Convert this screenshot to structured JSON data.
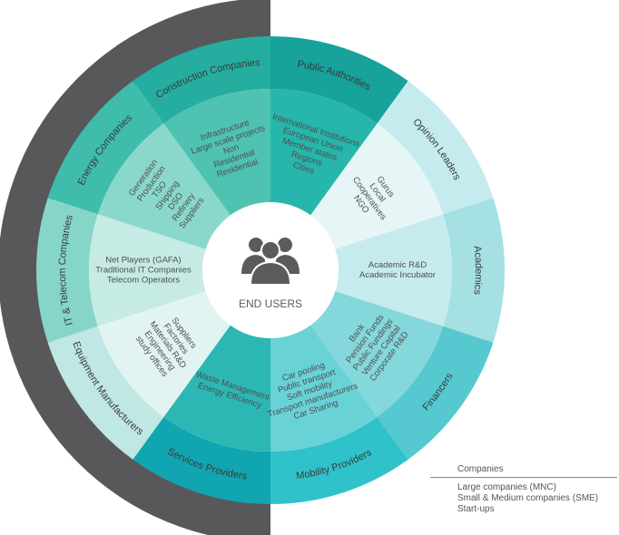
{
  "center": {
    "label": "END USERS"
  },
  "sectors": [
    {
      "id": "public-authorities",
      "outer_label": "Public Authorities",
      "outer_color": "#17a29c",
      "inner_color": "#26b6ab",
      "inner_lines": [
        "International Institutions",
        "European Union",
        "Member states",
        "Regions",
        "Cities"
      ]
    },
    {
      "id": "opinion-leaders",
      "outer_label": "Opinion Leaders",
      "outer_color": "#c6ebee",
      "inner_color": "#e6f6f7",
      "inner_lines": [
        "Gurus",
        "Local",
        "Cooperatives",
        "NGO"
      ]
    },
    {
      "id": "academics",
      "outer_label": "Academics",
      "outer_color": "#a5e0e3",
      "inner_color": "#c6ebee",
      "inner_lines": [
        "Academic R&D",
        "Academic Incubator"
      ]
    },
    {
      "id": "financers",
      "outer_label": "Financers",
      "outer_color": "#55c9cf",
      "inner_color": "#84d7db",
      "inner_lines": [
        "Bank",
        "Pension Funds",
        "Public Fundings",
        "Venture Capital",
        "Corporate R&D"
      ]
    },
    {
      "id": "mobility-providers",
      "outer_label": "Mobility Providers",
      "outer_color": "#2fc2cb",
      "inner_color": "#68d2d7",
      "inner_lines": [
        "Car pooling",
        "Public transport",
        "Soft mobility",
        "Transport manufacturers",
        "Car Sharing"
      ]
    },
    {
      "id": "services-providers",
      "outer_label": "Services Providers",
      "outer_color": "#10a5b1",
      "inner_color": "#2cb7b5",
      "inner_lines": [
        "Waste Management",
        "Energy Efficiency"
      ]
    },
    {
      "id": "equipment-manufacturers",
      "outer_label": "Equipment Manufacturers",
      "outer_color": "#bfe7e3",
      "inner_color": "#e2f4f1",
      "inner_lines": [
        "Suppliers",
        "Factories",
        "Materials R&D",
        "Engineering",
        "study offices"
      ]
    },
    {
      "id": "it-telecom-companies",
      "outer_label": "IT & Telecom Companies",
      "outer_color": "#86d5c9",
      "inner_color": "#c6ebe4",
      "inner_lines": [
        "Net Players (GAFA)",
        "Traditional IT Companies",
        "Telecom Operators"
      ]
    },
    {
      "id": "energy-companies",
      "outer_label": "Energy Companies",
      "outer_color": "#3fbcac",
      "inner_color": "#8ad8cb",
      "inner_lines": [
        "Generation",
        "Production",
        "TSO",
        "Shipping",
        "DSO",
        "Refinery",
        "Suppliers"
      ]
    },
    {
      "id": "construction-companies",
      "outer_label": "Construction Companies",
      "outer_color": "#25ae9f",
      "inner_color": "#4fc2b2",
      "inner_lines": [
        "Infrastructure",
        "Large scale projects",
        "Non",
        "Residential",
        "Residential"
      ]
    }
  ],
  "legend": {
    "title": "Companies",
    "items": [
      "Large companies (MNC)",
      "Small & Medium companies (SME)",
      "Start-ups"
    ]
  },
  "colors": {
    "company_arc": "#58585a",
    "center_disc": "#ffffff",
    "center_icon": "#5a5b5d",
    "center_text": "#5a5b5d",
    "inner_text": "#4e4e4e",
    "outer_text_dark": "#3a3a3a",
    "outer_text_light": "#ffffff"
  }
}
